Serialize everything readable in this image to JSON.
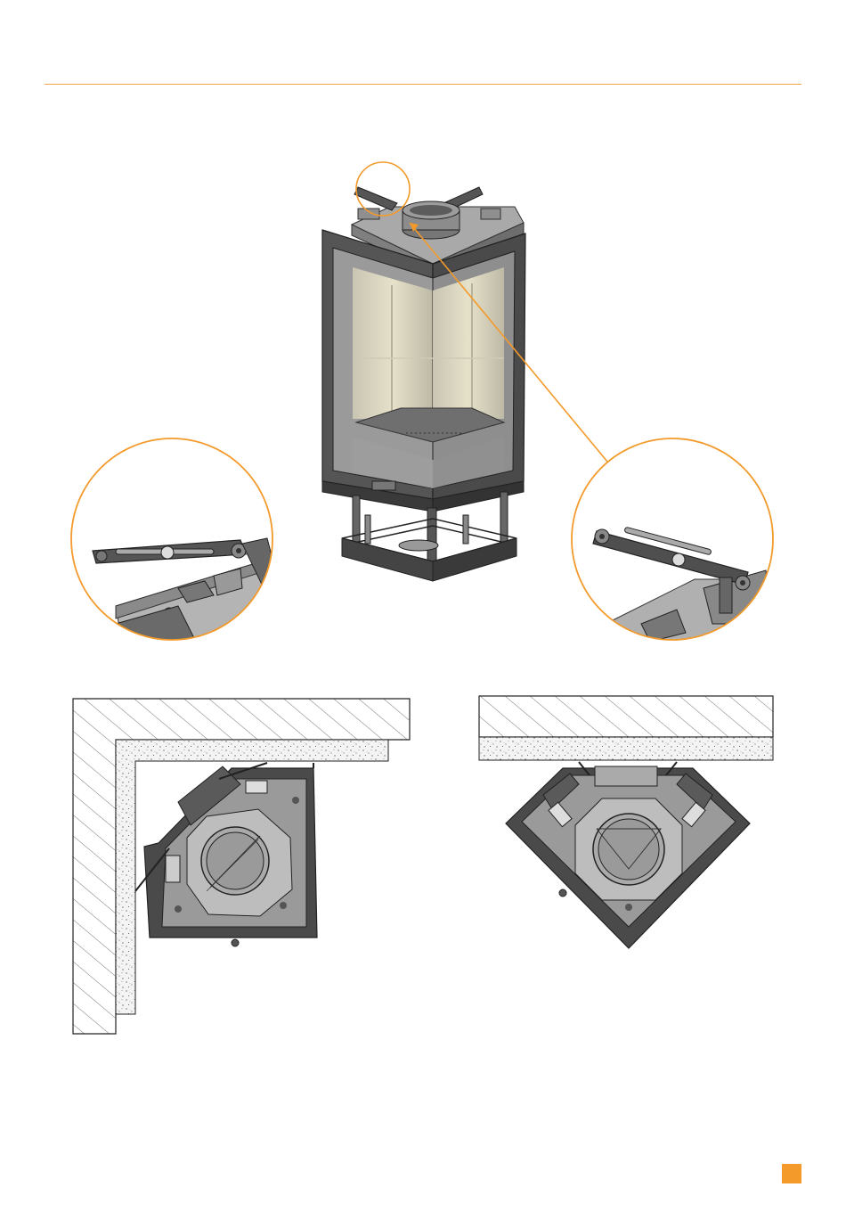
{
  "page": {
    "accent_color": "#f39a2b",
    "rule_color": "#f0a34a"
  },
  "figures": {
    "main_insert": {
      "icon": "corner-fireplace-insert-illustration"
    },
    "detail_left": {
      "icon": "adjustable-bracket-detail-left"
    },
    "detail_right": {
      "icon": "adjustable-bracket-detail-right"
    },
    "plan_corner": {
      "icon": "corner-wall-installation-plan"
    },
    "plan_flat": {
      "icon": "flat-wall-installation-plan"
    }
  },
  "corner_marker": {
    "icon": "page-corner-marker",
    "color": "#f39a2b"
  }
}
